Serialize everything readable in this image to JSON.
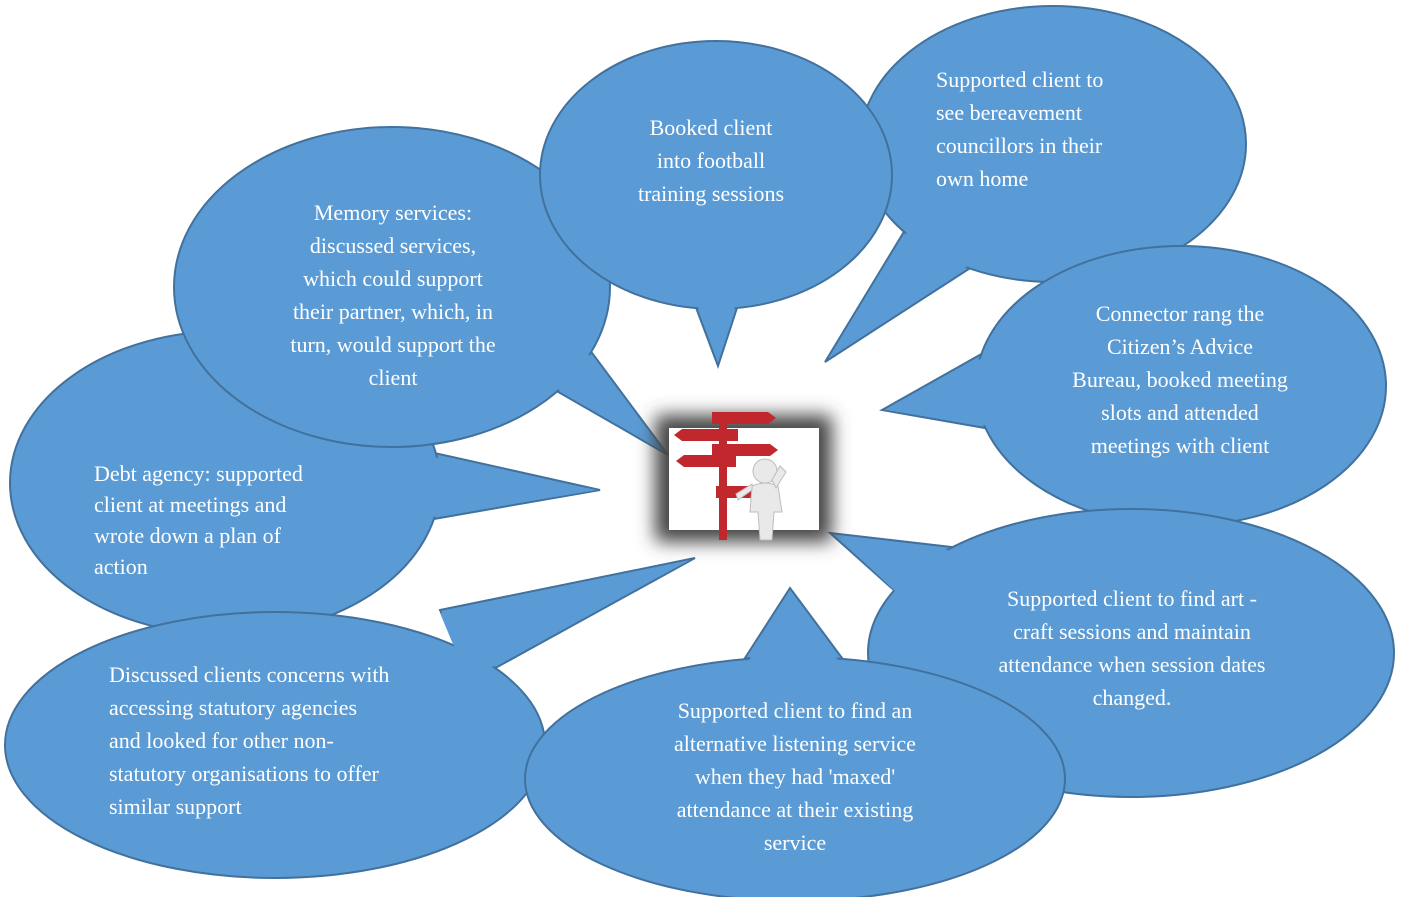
{
  "colors": {
    "bubble_fill": "#5b9bd5",
    "bubble_stroke": "#41719c",
    "bubble_text": "#ffffff",
    "signpost_red": "#c0282d"
  },
  "center_image": {
    "icon": "signpost-person-icon"
  },
  "bubbles": {
    "football": "Booked client\ninto football\ntraining sessions",
    "bereavement": "Supported client to\nsee bereavement\ncouncillors in their\nown home",
    "memory": "Memory services:\ndiscussed services,\nwhich could support\ntheir partner, which, in\nturn, would support the\nclient",
    "citizens_advice": "Connector rang the\nCitizen’s Advice\nBureau, booked meeting\nslots and attended\nmeetings with client",
    "debt": "Debt agency: supported\nclient at meetings and\nwrote down a plan of\naction",
    "art_craft": "Supported client to find art -\ncraft sessions and maintain\nattendance when session dates\nchanged.",
    "statutory": "Discussed clients concerns with\naccessing statutory agencies\nand looked for other non-\nstatutory organisations to offer\nsimilar support",
    "listening": "Supported client to find an\nalternative listening service\nwhen they had 'maxed'\nattendance at their existing\nservice"
  }
}
